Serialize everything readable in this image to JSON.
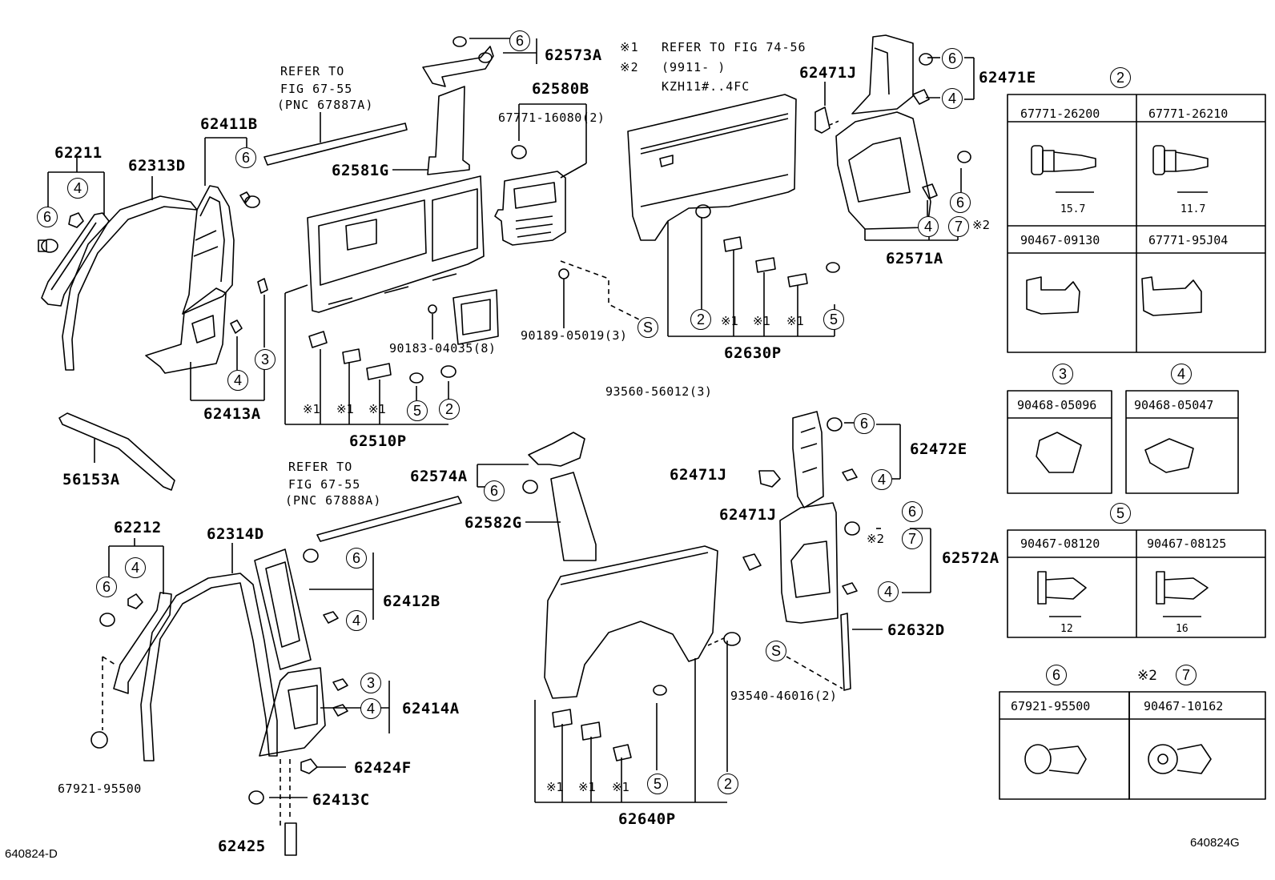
{
  "notes": {
    "note1_mark": "※1",
    "note1_text": "REFER TO FIG 74-56",
    "note2_mark": "※2",
    "note2_text": "(9911-       )",
    "note2_model": "KZH11#..4FC"
  },
  "refs": {
    "upper": {
      "line1": "REFER TO",
      "line2": "FIG 67-55",
      "line3": "(PNC 67887A)"
    },
    "lower": {
      "line1": "REFER TO",
      "line2": "FIG 67-55",
      "line3": "(PNC 67888A)"
    }
  },
  "parts": {
    "p62211": "62211",
    "p62313D": "62313D",
    "p62411B": "62411B",
    "p62413A": "62413A",
    "p56153A": "56153A",
    "p62573A": "62573A",
    "p62580B": "62580B",
    "p67771_16080": "67771-16080(2)",
    "p62581G": "62581G",
    "p90183": "90183-04035(8)",
    "p90189": "90189-05019(3)",
    "p93560": "93560-56012(3)",
    "p62510P": "62510P",
    "p62471J_a": "62471J",
    "p62471E": "62471E",
    "p62571A": "62571A",
    "p62630P": "62630P",
    "p62574A": "62574A",
    "p62582G": "62582G",
    "p62212": "62212",
    "p62314D": "62314D",
    "p62412B": "62412B",
    "p62414A": "62414A",
    "p62424F": "62424F",
    "p62413C": "62413C",
    "p62425": "62425",
    "p67921_95500": "67921-95500",
    "p62472E": "62472E",
    "p62471J_b": "62471J",
    "p62471J_c": "62471J",
    "p62572A": "62572A",
    "p62632D": "62632D",
    "p93540": "93540-46016(2)",
    "p62640P": "62640P"
  },
  "callouts": {
    "c2": "2",
    "c3": "3",
    "c4": "4",
    "c5": "5",
    "c6": "6",
    "c7": "7",
    "s": "S",
    "star1": "※1",
    "star2": "※2"
  },
  "legend": {
    "g2": {
      "num": "2",
      "cells": [
        "67771-26200",
        "67771-26210",
        "90467-09130",
        "67771-95J04"
      ],
      "dims": [
        "15.7",
        "11.7"
      ]
    },
    "g3": {
      "num": "3",
      "cell": "90468-05096"
    },
    "g4": {
      "num": "4",
      "cell": "90468-05047"
    },
    "g5": {
      "num": "5",
      "cells": [
        "90467-08120",
        "90467-08125"
      ],
      "dims": [
        "12",
        "16"
      ]
    },
    "g6": {
      "num": "6",
      "cell": "67921-95500"
    },
    "g7": {
      "num": "7",
      "mark": "※2",
      "cell": "90467-10162"
    }
  },
  "codes": {
    "left": "640824-D",
    "right": "640824G"
  }
}
